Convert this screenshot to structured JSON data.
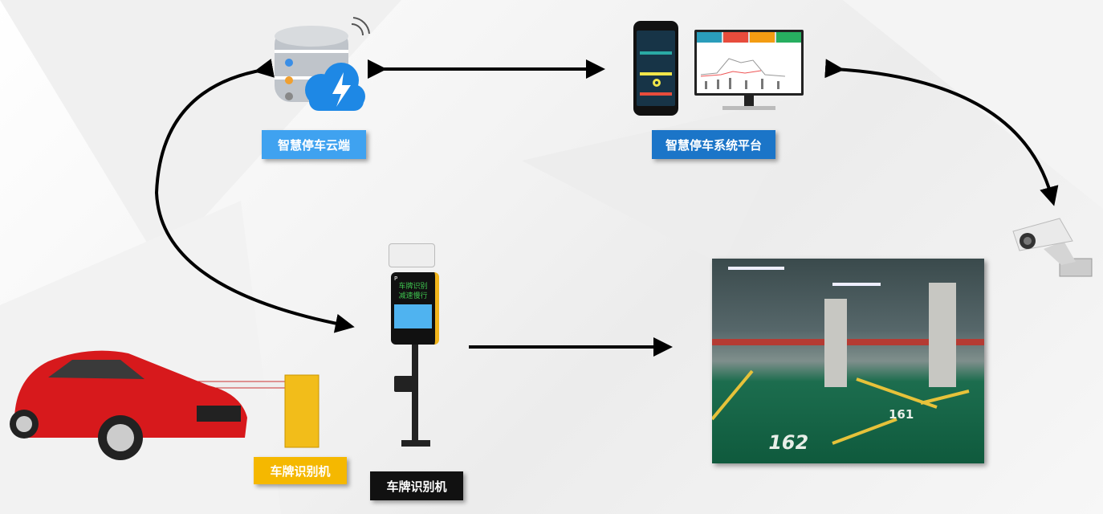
{
  "cloud": {
    "label": "智慧停车云端",
    "color": "#3fa2f0"
  },
  "platform": {
    "label": "智慧停车系统平台",
    "color": "#1b75c8"
  },
  "barrier": {
    "label": "车牌识别机",
    "color": "#f5b800"
  },
  "lpr_camera": {
    "label": "车牌识别机",
    "color": "#111111",
    "screen_line1": "车牌识别",
    "screen_line2": "减速慢行"
  },
  "parking": {
    "spaces": [
      "162",
      "161"
    ]
  }
}
